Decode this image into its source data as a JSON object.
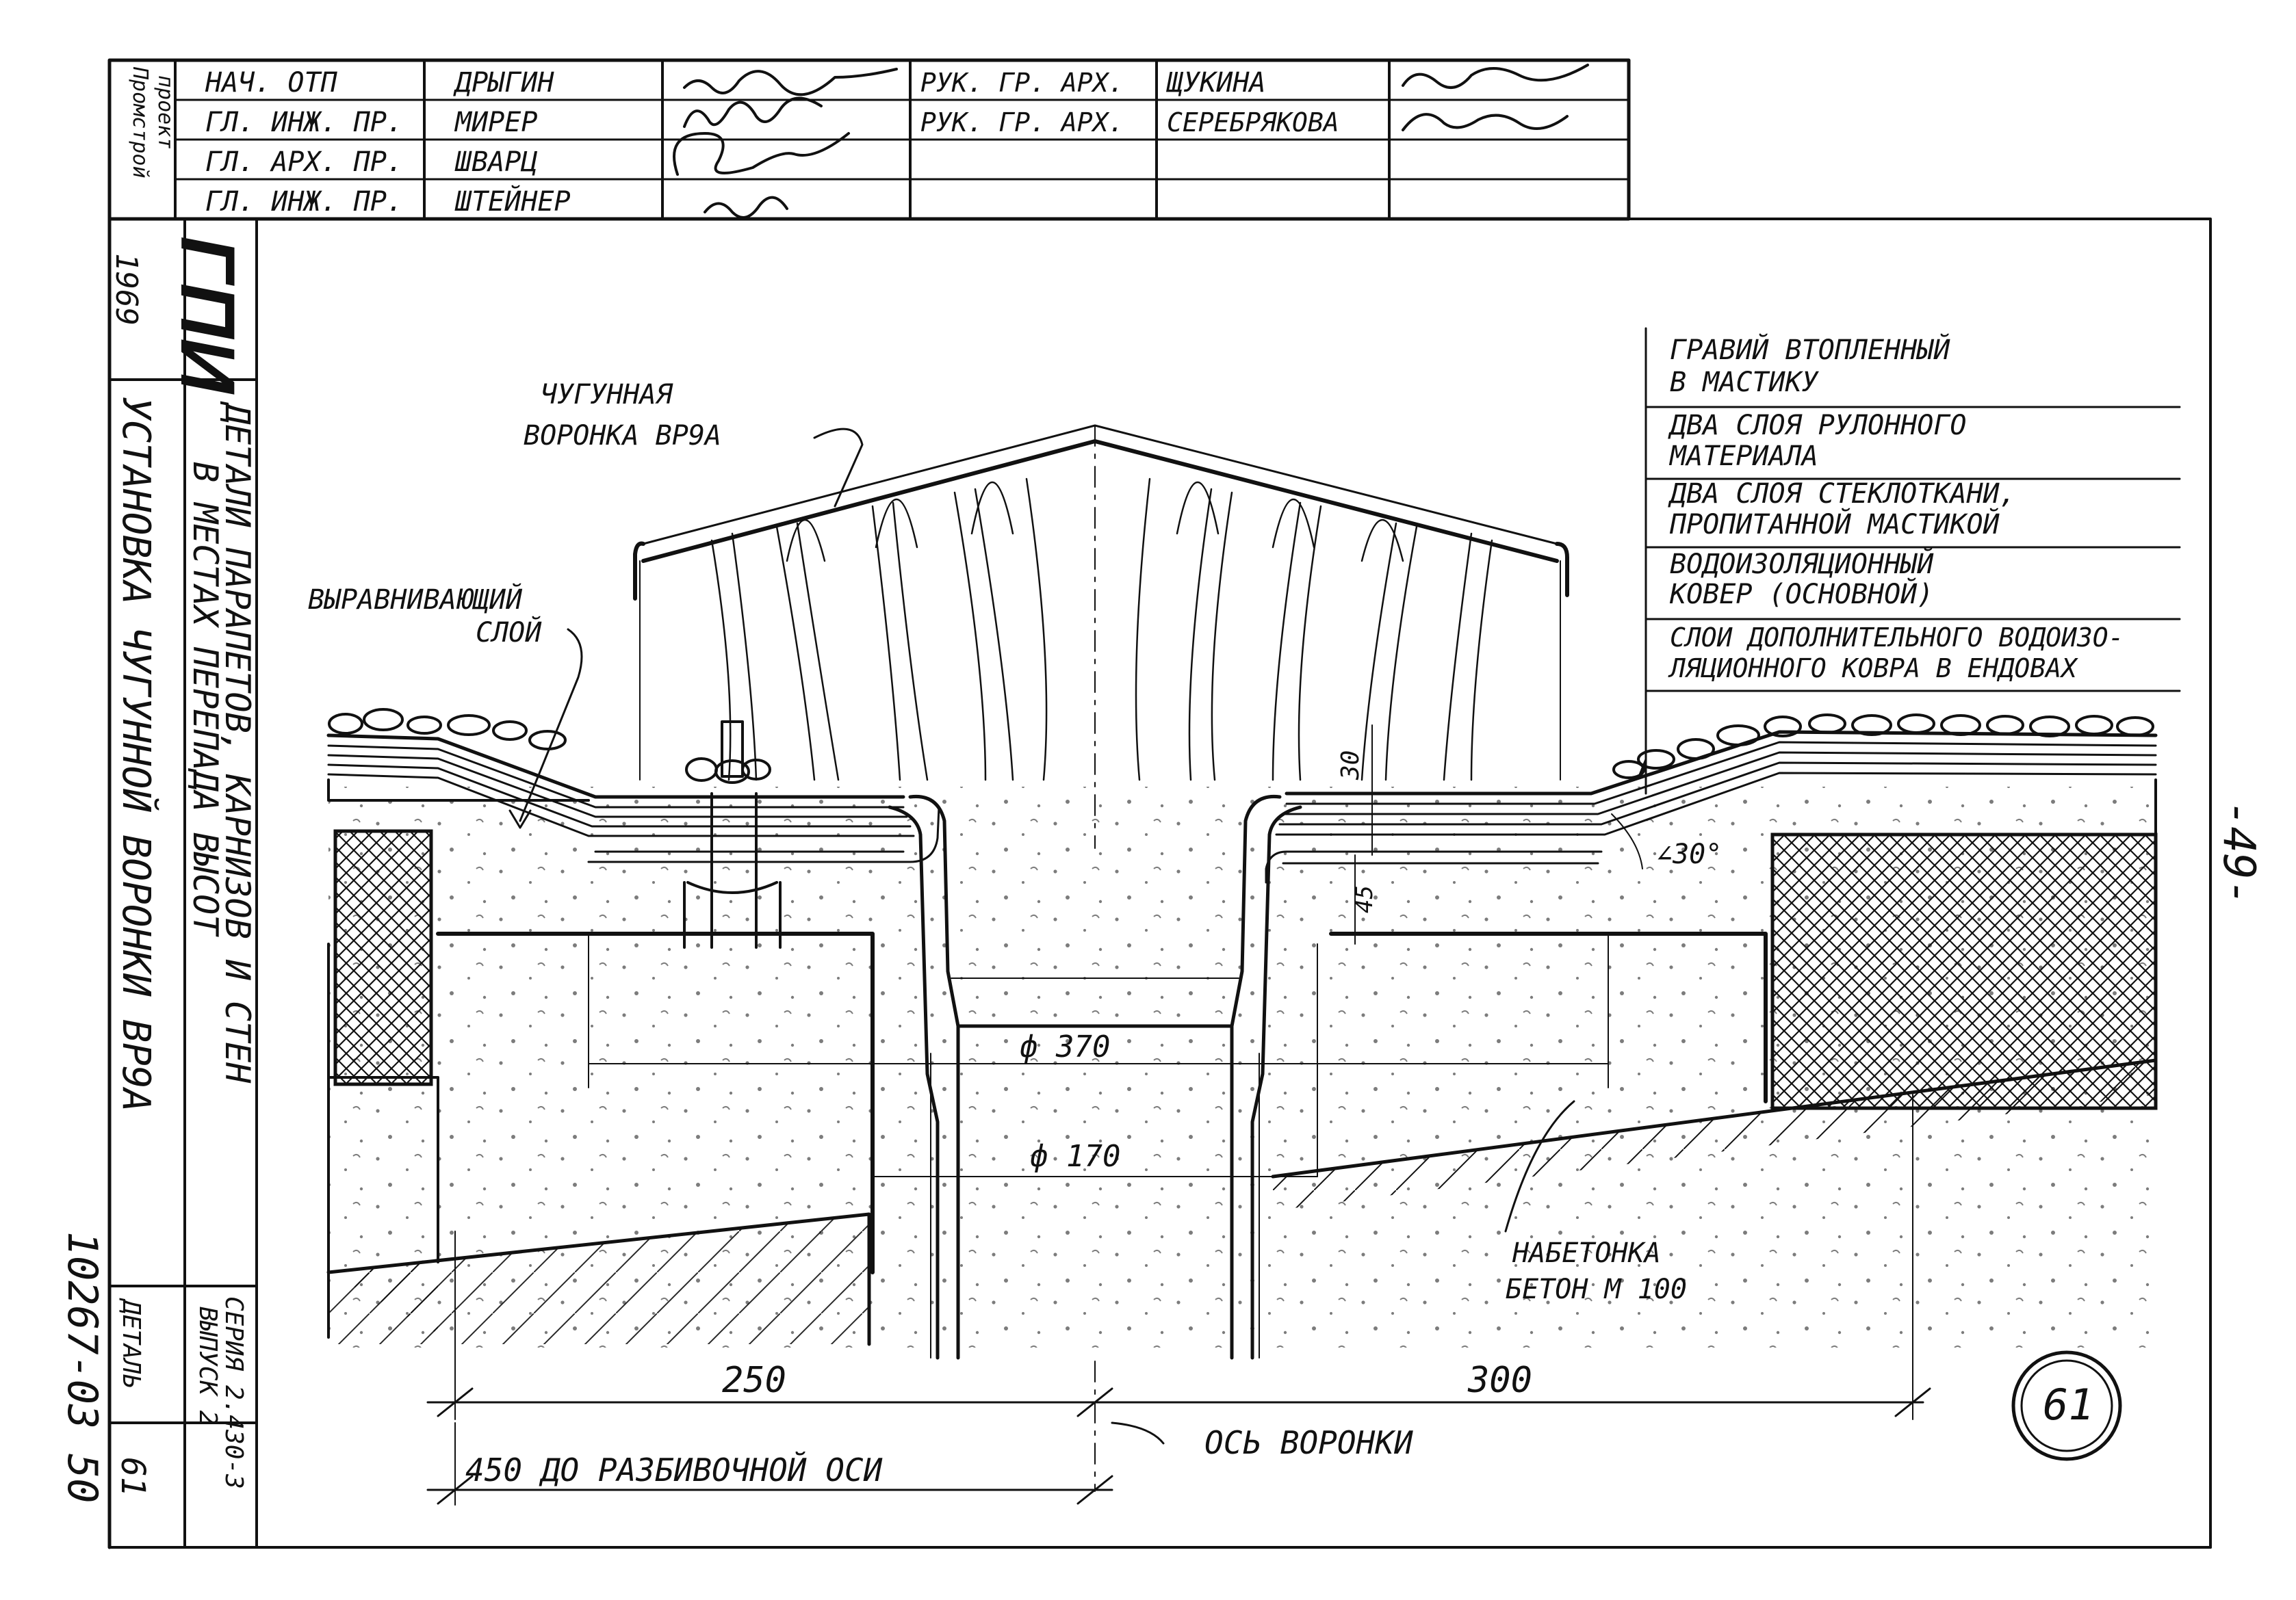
{
  "title_block": {
    "org": [
      "Промстрой",
      "проект"
    ],
    "rows": [
      {
        "role": "НАЧ. ОТП",
        "name": "ДРЫГИН"
      },
      {
        "role": "ГЛ. ИНЖ. ПР.",
        "name": "МИРЕР"
      },
      {
        "role": "ГЛ. АРХ. ПР.",
        "name": "ШВАРЦ"
      },
      {
        "role": "ГЛ. ИНЖ. ПР.",
        "name": "ШТЕЙНЕР"
      }
    ],
    "rows_right": [
      {
        "role": "РУК. ГР. АРХ.",
        "name": "ЩУКИНА",
        "sign": "Щукина"
      },
      {
        "role": "РУК. ГР. АРХ.",
        "name": "СЕРЕБРЯКОВА",
        "sign": "Серебрякова"
      }
    ]
  },
  "side_strip": {
    "logo": "ГПИ",
    "year": "1969",
    "subject_line1": "ДЕТАЛИ ПАРАПЕТОВ, КАРНИЗОВ И СТЕН",
    "subject_line2": "В МЕСТАХ ПЕРЕПАДА ВЫСОТ",
    "title": "УСТАНОВКА ЧУГУННОЙ ВОРОНКИ ВР9А",
    "series1": "СЕРИЯ 2.430-3",
    "series2": "ВЫПУСК 2",
    "detail_label": "ДЕТАЛЬ",
    "detail_number": "61",
    "doc_number": "10267-03 50"
  },
  "page_number": "-49-",
  "drawing": {
    "funnel_label1": "ЧУГУННАЯ",
    "funnel_label2": "ВОРОНКА ВР9А",
    "leveling1": "ВЫРАВНИВАЮЩИЙ",
    "leveling2": "СЛОЙ",
    "layers": [
      [
        "ГРАВИЙ ВТОПЛЕННЫЙ",
        "В МАСТИКУ"
      ],
      [
        "ДВА СЛОЯ РУЛОННОГО",
        "МАТЕРИАЛА"
      ],
      [
        "ДВА СЛОЯ СТЕКЛОТКАНИ,",
        "ПРОПИТАННОЙ МАСТИКОЙ"
      ],
      [
        "ВОДОИЗОЛЯЦИОННЫЙ",
        "КОВЕР (ОСНОВНОЙ)"
      ],
      [
        "СЛОИ ДОПОЛНИТЕЛЬНОГО ВОДОИЗО-",
        "ЛЯЦИОННОГО КОВРА В ЕНДОВАХ"
      ]
    ],
    "dim_30": "30",
    "dim_45": "45",
    "angle": "∠30°",
    "dia_370": "ф 370",
    "dia_170": "ф 170",
    "concrete1": "НАБЕТОНКА",
    "concrete2": "БЕТОН М 100",
    "dim_250": "250",
    "dim_300": "300",
    "dim_450": "450 ДО РАЗБИВОЧНОЙ ОСИ",
    "axis_label": "ОСЬ ВОРОНКИ",
    "detail_circle": "61"
  }
}
